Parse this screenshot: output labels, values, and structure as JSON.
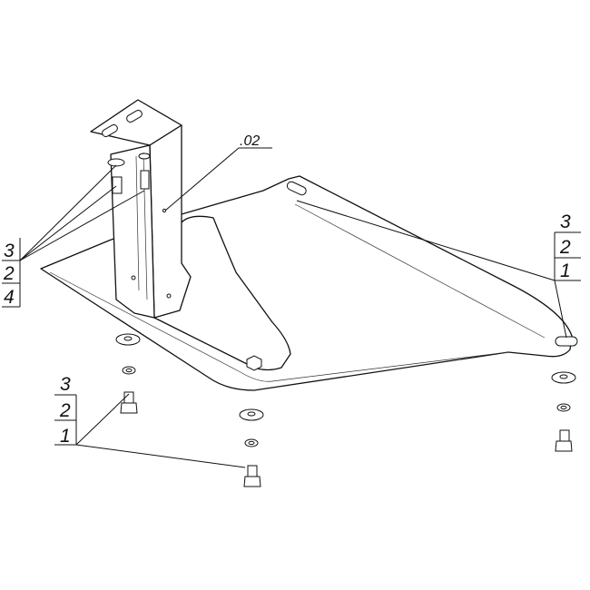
{
  "drawing": {
    "part_label": ".02",
    "callout_left": {
      "lines": [
        "3",
        "2",
        "4"
      ]
    },
    "callout_right": {
      "lines": [
        "3",
        "2",
        "1"
      ]
    },
    "callout_bottom": {
      "lines": [
        "3",
        "2",
        "1"
      ]
    }
  }
}
